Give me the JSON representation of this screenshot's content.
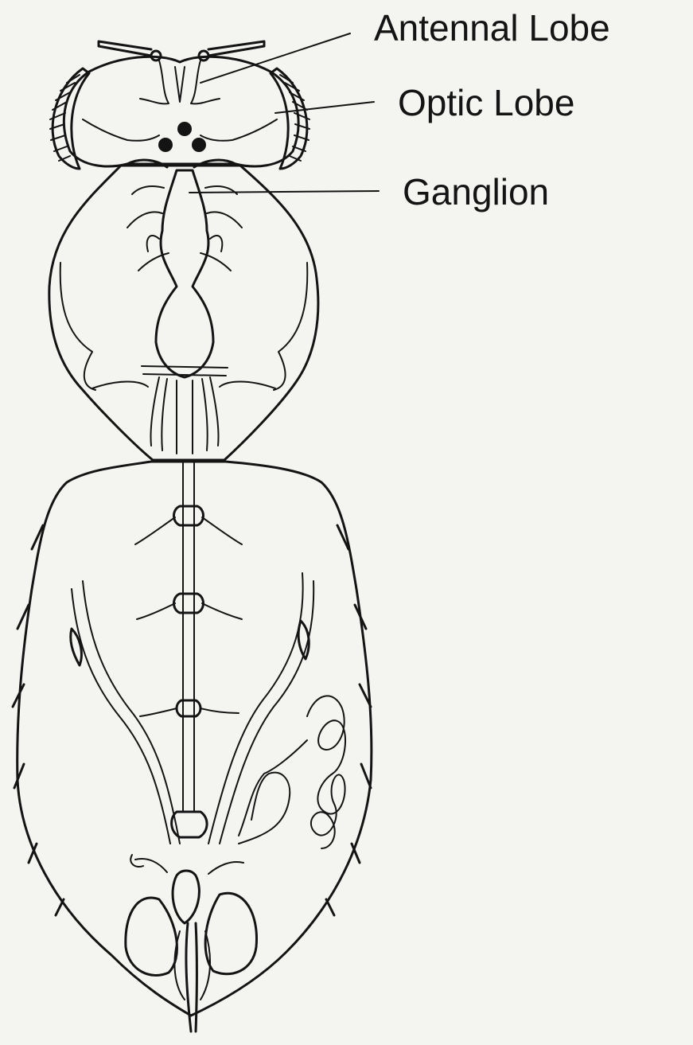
{
  "labels": {
    "antennal_lobe": "Antennal Lobe",
    "optic_lobe": "Optic Lobe",
    "ganglion": "Ganglion"
  },
  "colors": {
    "ink": "#141414",
    "paper": "#f4f4f1"
  }
}
